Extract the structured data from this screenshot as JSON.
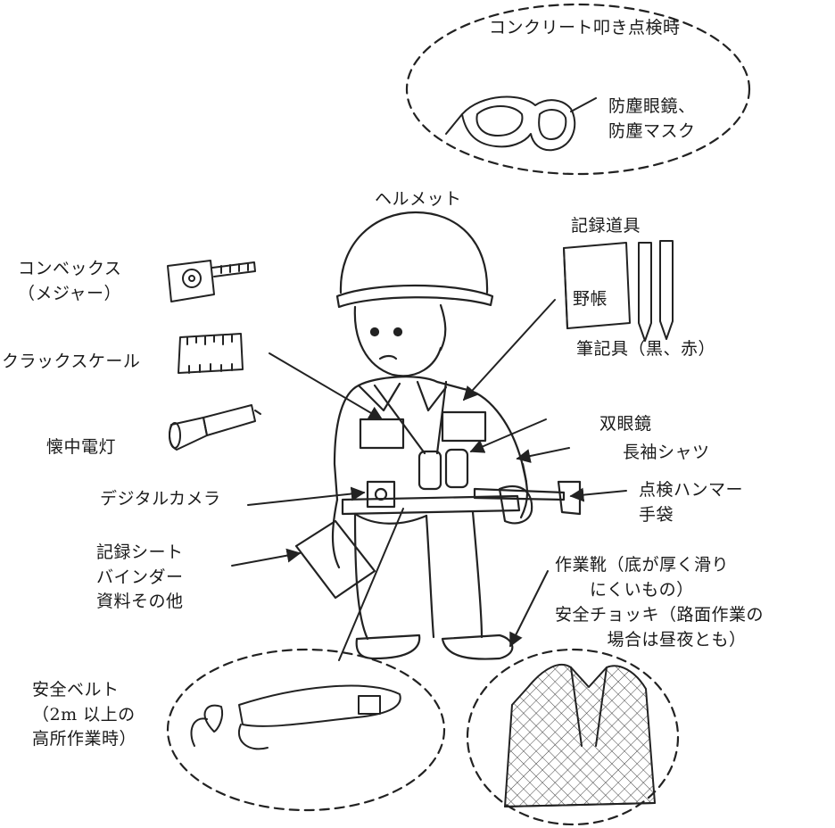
{
  "diagram": {
    "callouts": {
      "concrete_inspection_title": "コンクリート叩き点検時",
      "goggles_mask": "防塵眼鏡、\n防塵マスク",
      "helmet": "ヘルメット",
      "recording_tools": "記録道具",
      "field_notebook": "野帳",
      "writing_tools": "筆記具（黒、赤）",
      "convex_tape": "コンベックス\n（メジャー）",
      "crack_scale": "クラックスケール",
      "flashlight": "懐中電灯",
      "binoculars": "双眼鏡",
      "long_sleeve_shirt": "長袖シャツ",
      "digital_camera": "デジタルカメラ",
      "hammer_gloves": "点検ハンマー\n手袋",
      "record_sheet": "記録シート\nバインダー\n資料その他",
      "work_boots": "作業靴（底が厚く滑り\n　　にくいもの）",
      "safety_vest": "安全チョッキ（路面作業の\n　　　場合は昼夜とも）",
      "safety_belt": "安全ベルト\n（2m 以上の\n高所作業時）"
    }
  }
}
